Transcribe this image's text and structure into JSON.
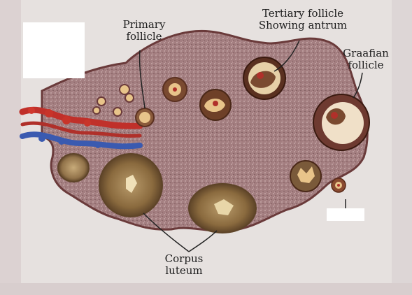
{
  "labels": {
    "primary_follicle": [
      "Primary",
      "follicle"
    ],
    "tertiary_follicle": [
      "Tertiary follicle",
      "Showing antrum"
    ],
    "graafian_follicle": [
      "Graafian",
      "follicle"
    ],
    "corpus_luteum": [
      "Corpus",
      "luteum"
    ]
  },
  "colors": {
    "ovary_fill": "#a37e80",
    "ovary_outline": "#6a3a3a",
    "corpus_luteum": "#8a6a3e",
    "oocyte": "#e8c48a",
    "nucleus": "#b0302a",
    "artery": "#c0302a",
    "vein": "#3a5ab0"
  }
}
